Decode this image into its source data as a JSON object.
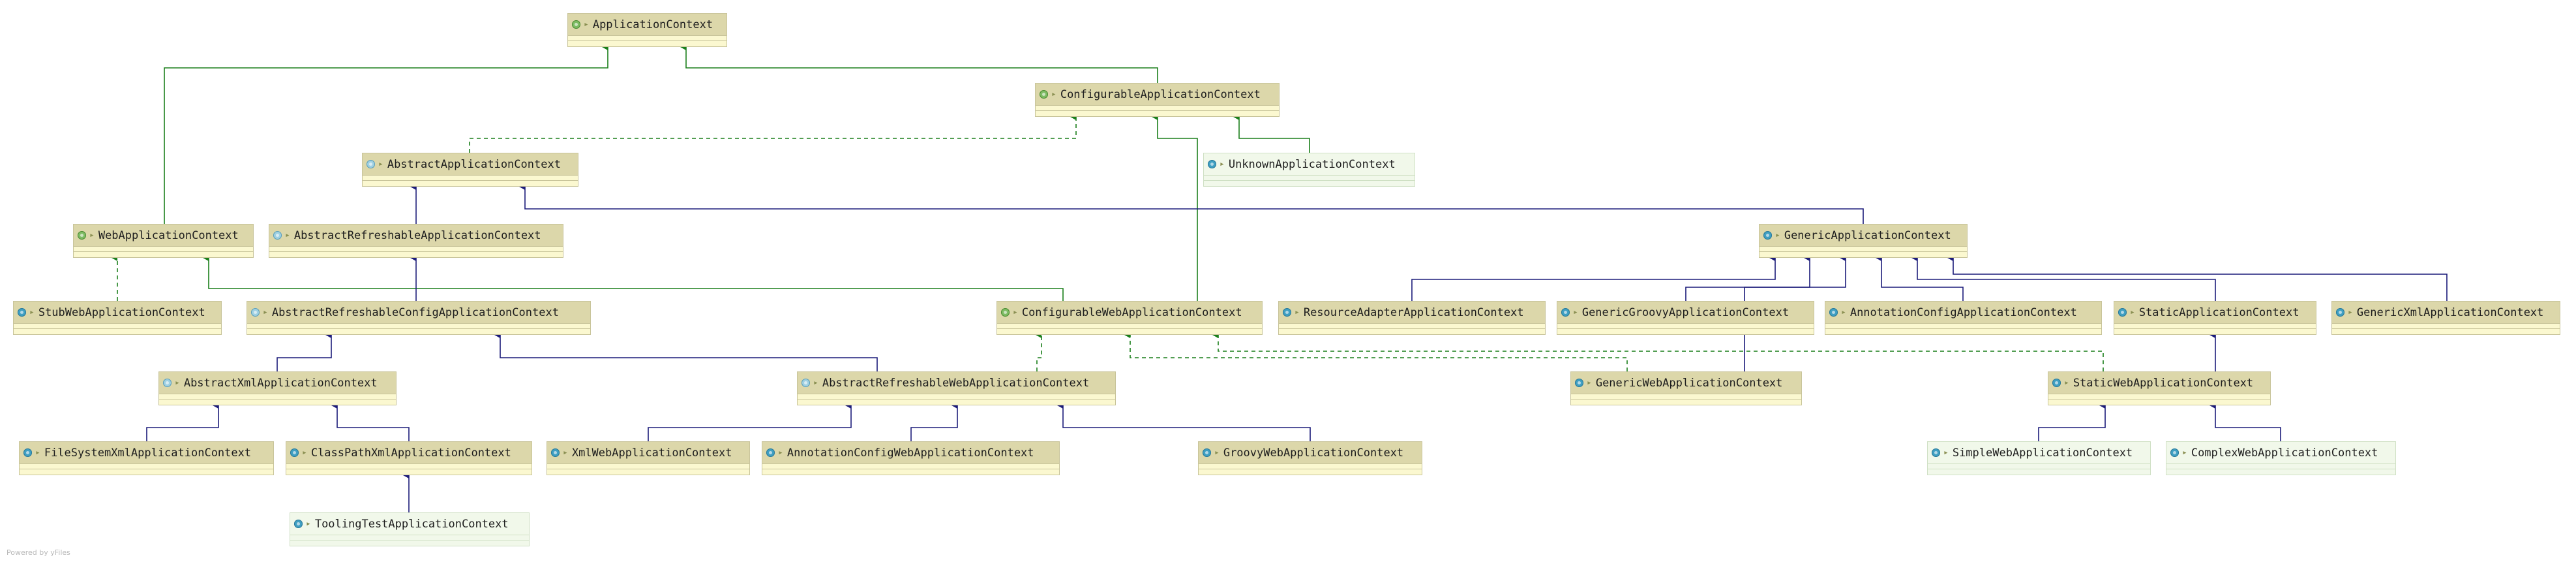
{
  "footer": "Powered by yFiles",
  "colors": {
    "realization": "#1a7f1a",
    "inheritance": "#1c1c7a",
    "node_fill": "#fbf8d0",
    "header_fill": "#dcd7aa",
    "external_fill": "#f1f8ea"
  },
  "nodes": {
    "ApplicationContext": {
      "label": "ApplicationContext",
      "kind": "interface"
    },
    "ConfigurableApplicationContext": {
      "label": "ConfigurableApplicationContext",
      "kind": "interface"
    },
    "AbstractApplicationContext": {
      "label": "AbstractApplicationContext",
      "kind": "abstract"
    },
    "UnknownApplicationContext": {
      "label": "UnknownApplicationContext",
      "kind": "class"
    },
    "WebApplicationContext": {
      "label": "WebApplicationContext",
      "kind": "interface"
    },
    "AbstractRefreshableApplicationContext": {
      "label": "AbstractRefreshableApplicationContext",
      "kind": "abstract"
    },
    "GenericApplicationContext": {
      "label": "GenericApplicationContext",
      "kind": "class"
    },
    "StubWebApplicationContext": {
      "label": "StubWebApplicationContext",
      "kind": "class"
    },
    "AbstractRefreshableConfigApplicationContext": {
      "label": "AbstractRefreshableConfigApplicationContext",
      "kind": "abstract"
    },
    "ConfigurableWebApplicationContext": {
      "label": "ConfigurableWebApplicationContext",
      "kind": "interface"
    },
    "ResourceAdapterApplicationContext": {
      "label": "ResourceAdapterApplicationContext",
      "kind": "class"
    },
    "GenericGroovyApplicationContext": {
      "label": "GenericGroovyApplicationContext",
      "kind": "class"
    },
    "AnnotationConfigApplicationContext": {
      "label": "AnnotationConfigApplicationContext",
      "kind": "class"
    },
    "StaticApplicationContext": {
      "label": "StaticApplicationContext",
      "kind": "class"
    },
    "GenericXmlApplicationContext": {
      "label": "GenericXmlApplicationContext",
      "kind": "class"
    },
    "AbstractXmlApplicationContext": {
      "label": "AbstractXmlApplicationContext",
      "kind": "abstract"
    },
    "AbstractRefreshableWebApplicationContext": {
      "label": "AbstractRefreshableWebApplicationContext",
      "kind": "abstract"
    },
    "GenericWebApplicationContext": {
      "label": "GenericWebApplicationContext",
      "kind": "class"
    },
    "StaticWebApplicationContext": {
      "label": "StaticWebApplicationContext",
      "kind": "class"
    },
    "FileSystemXmlApplicationContext": {
      "label": "FileSystemXmlApplicationContext",
      "kind": "class"
    },
    "ClassPathXmlApplicationContext": {
      "label": "ClassPathXmlApplicationContext",
      "kind": "class"
    },
    "XmlWebApplicationContext": {
      "label": "XmlWebApplicationContext",
      "kind": "class"
    },
    "AnnotationConfigWebApplicationContext": {
      "label": "AnnotationConfigWebApplicationContext",
      "kind": "class"
    },
    "GroovyWebApplicationContext": {
      "label": "GroovyWebApplicationContext",
      "kind": "class"
    },
    "SimpleWebApplicationContext": {
      "label": "SimpleWebApplicationContext",
      "kind": "class"
    },
    "ComplexWebApplicationContext": {
      "label": "ComplexWebApplicationContext",
      "kind": "class"
    },
    "ToolingTestApplicationContext": {
      "label": "ToolingTestApplicationContext",
      "kind": "class"
    }
  },
  "edges": [
    {
      "from": "ConfigurableApplicationContext",
      "to": "ApplicationContext",
      "type": "extends-interface"
    },
    {
      "from": "WebApplicationContext",
      "to": "ApplicationContext",
      "type": "extends-interface"
    },
    {
      "from": "AbstractApplicationContext",
      "to": "ConfigurableApplicationContext",
      "type": "implements"
    },
    {
      "from": "UnknownApplicationContext",
      "to": "ConfigurableApplicationContext",
      "type": "extends-interface"
    },
    {
      "from": "ConfigurableWebApplicationContext",
      "to": "ConfigurableApplicationContext",
      "type": "extends-interface"
    },
    {
      "from": "AbstractRefreshableApplicationContext",
      "to": "AbstractApplicationContext",
      "type": "extends"
    },
    {
      "from": "GenericApplicationContext",
      "to": "AbstractApplicationContext",
      "type": "extends"
    },
    {
      "from": "StubWebApplicationContext",
      "to": "WebApplicationContext",
      "type": "implements"
    },
    {
      "from": "ConfigurableWebApplicationContext",
      "to": "WebApplicationContext",
      "type": "extends-interface"
    },
    {
      "from": "AbstractRefreshableConfigApplicationContext",
      "to": "AbstractRefreshableApplicationContext",
      "type": "extends"
    },
    {
      "from": "AbstractXmlApplicationContext",
      "to": "AbstractRefreshableConfigApplicationContext",
      "type": "extends"
    },
    {
      "from": "AbstractRefreshableWebApplicationContext",
      "to": "AbstractRefreshableConfigApplicationContext",
      "type": "extends"
    },
    {
      "from": "AbstractRefreshableWebApplicationContext",
      "to": "ConfigurableWebApplicationContext",
      "type": "implements"
    },
    {
      "from": "GenericWebApplicationContext",
      "to": "ConfigurableWebApplicationContext",
      "type": "implements"
    },
    {
      "from": "StaticWebApplicationContext",
      "to": "ConfigurableWebApplicationContext",
      "type": "implements"
    },
    {
      "from": "ResourceAdapterApplicationContext",
      "to": "GenericApplicationContext",
      "type": "extends"
    },
    {
      "from": "GenericGroovyApplicationContext",
      "to": "GenericApplicationContext",
      "type": "extends"
    },
    {
      "from": "GenericWebApplicationContext",
      "to": "GenericApplicationContext",
      "type": "extends"
    },
    {
      "from": "AnnotationConfigApplicationContext",
      "to": "GenericApplicationContext",
      "type": "extends"
    },
    {
      "from": "StaticApplicationContext",
      "to": "GenericApplicationContext",
      "type": "extends"
    },
    {
      "from": "GenericXmlApplicationContext",
      "to": "GenericApplicationContext",
      "type": "extends"
    },
    {
      "from": "StaticWebApplicationContext",
      "to": "StaticApplicationContext",
      "type": "extends"
    },
    {
      "from": "FileSystemXmlApplicationContext",
      "to": "AbstractXmlApplicationContext",
      "type": "extends"
    },
    {
      "from": "ClassPathXmlApplicationContext",
      "to": "AbstractXmlApplicationContext",
      "type": "extends"
    },
    {
      "from": "ToolingTestApplicationContext",
      "to": "ClassPathXmlApplicationContext",
      "type": "extends"
    },
    {
      "from": "XmlWebApplicationContext",
      "to": "AbstractRefreshableWebApplicationContext",
      "type": "extends"
    },
    {
      "from": "AnnotationConfigWebApplicationContext",
      "to": "AbstractRefreshableWebApplicationContext",
      "type": "extends"
    },
    {
      "from": "GroovyWebApplicationContext",
      "to": "AbstractRefreshableWebApplicationContext",
      "type": "extends"
    },
    {
      "from": "SimpleWebApplicationContext",
      "to": "StaticWebApplicationContext",
      "type": "extends"
    },
    {
      "from": "ComplexWebApplicationContext",
      "to": "StaticWebApplicationContext",
      "type": "extends"
    }
  ]
}
